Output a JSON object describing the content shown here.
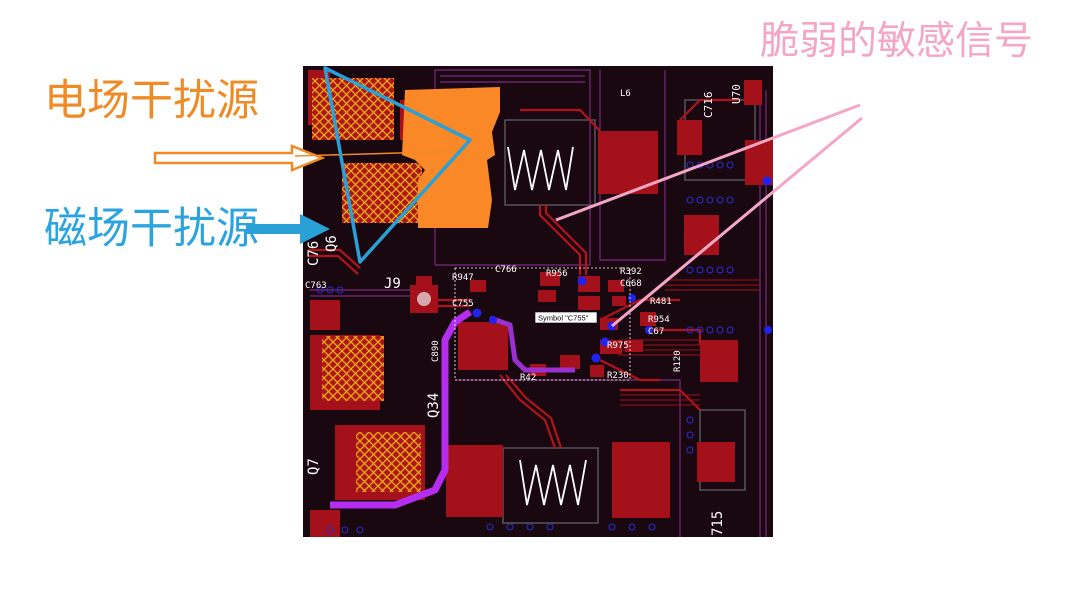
{
  "annotations": {
    "electric_field_source": "电场干扰源",
    "magnetic_field_source": "磁场干扰源",
    "sensitive_signal": "脆弱的敏感信号"
  },
  "pcb": {
    "component_labels": {
      "l6": "L6",
      "c716": "C716",
      "u70": "U70",
      "r947": "R947",
      "c766": "C766",
      "r956": "R956",
      "r392": "R392",
      "c668": "C668",
      "j9": "J9",
      "c763": "C763",
      "c755": "C755",
      "r954": "R954",
      "c67": "C67",
      "r975": "R975",
      "r230": "R230",
      "r42": "R42",
      "c890": "C890",
      "q34": "Q34",
      "q6": "Q6",
      "c76": "C76",
      "q7": "Q7",
      "c715": "715",
      "r120": "R120",
      "r481": "R481"
    },
    "tooltip": "Symbol \"C755\""
  },
  "colors": {
    "board": "#1a0810",
    "copper": "#a4111a",
    "via": "#2222ee",
    "selected_trace": "#b52df0",
    "electric_annotation": "#f08a24",
    "magnetic_annotation": "#2aa4e0",
    "signal_annotation": "#f4a6c6",
    "cross_hatch": "#e8b014"
  }
}
